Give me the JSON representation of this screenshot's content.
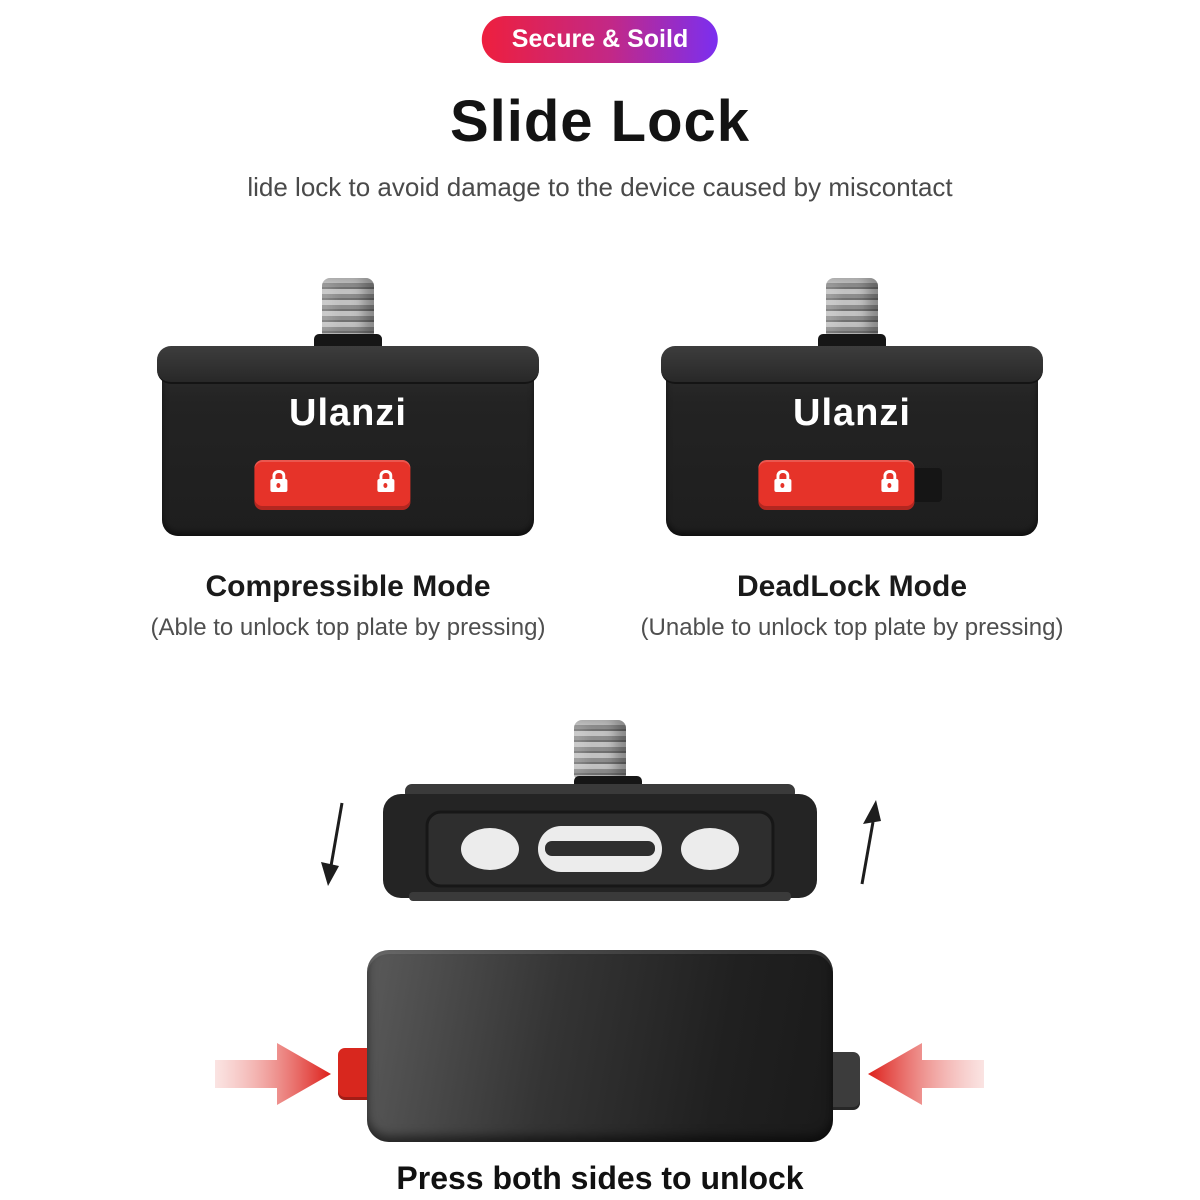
{
  "badge": {
    "label": "Secure & Soild"
  },
  "heading": {
    "title": "Slide Lock",
    "subtitle": "lide lock to avoid damage to the device caused by miscontact"
  },
  "devices": [
    {
      "logo": "Ulanzi",
      "mode": "Compressible Mode",
      "note": "(Able to unlock top plate by pressing)"
    },
    {
      "logo": "Ulanzi",
      "mode": "DeadLock Mode",
      "note": "(Unable to unlock top plate by pressing)"
    }
  ],
  "footer": {
    "caption": "Press both sides to unlock"
  },
  "icons": {
    "lock": "padlock-closed",
    "press_arrow": "solid-red-arrow",
    "motion_arrow": "thin-line-arrow"
  },
  "colors": {
    "accent_red": "#e63329",
    "side_button_red": "#d8271e",
    "badge_gradient_start": "#ee1f3e",
    "badge_gradient_end": "#7b2ff0",
    "device_black": "#242424"
  }
}
